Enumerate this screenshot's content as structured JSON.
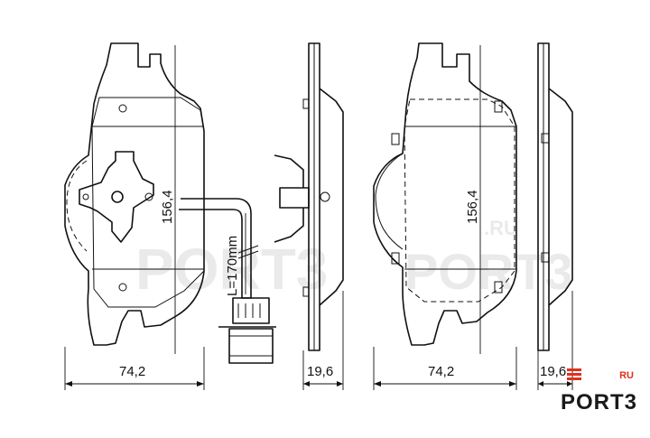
{
  "watermark": {
    "text_front": "PORT3",
    "text_right": "PORT3",
    "suffix": ".RU"
  },
  "dimensions": {
    "height_left": "156,4",
    "height_right": "156,4",
    "width_left": "74,2",
    "width_right": "74,2",
    "thickness_left": "19,6",
    "thickness_right": "19,6",
    "sensor_length": "L=170mm"
  },
  "logo": {
    "name": "PORT3",
    "suffix": "RU",
    "accent_color": "#e0301e"
  }
}
